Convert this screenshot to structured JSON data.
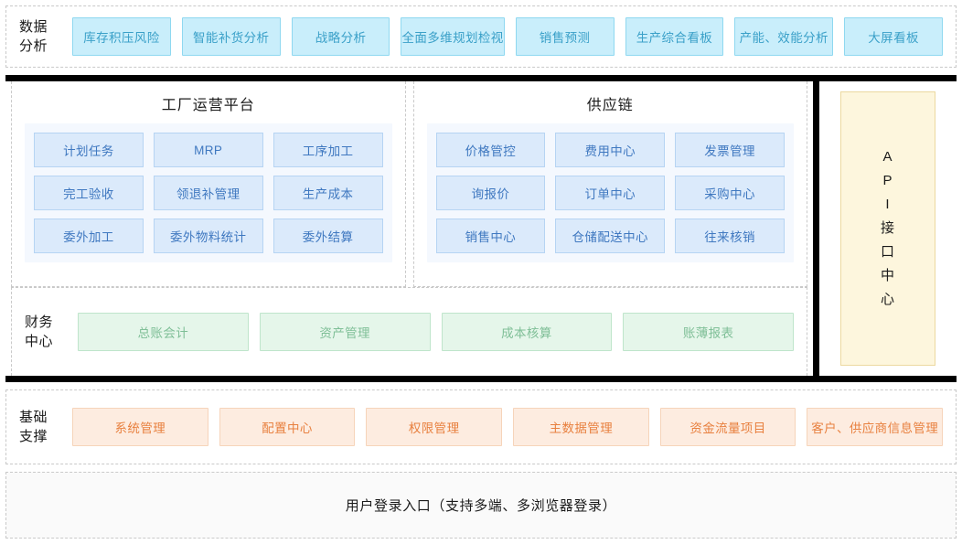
{
  "analytics": {
    "label": "数据\n分析",
    "tiles": [
      "库存积压风险",
      "智能补货分析",
      "战略分析",
      "全面多维规划检视",
      "销售预测",
      "生产综合看板",
      "产能、效能分析",
      "大屏看板"
    ]
  },
  "core": {
    "modules": [
      {
        "title": "工厂运营平台",
        "tiles": [
          "计划任务",
          "MRP",
          "工序加工",
          "完工验收",
          "领退补管理",
          "生产成本",
          "委外加工",
          "委外物料统计",
          "委外结算"
        ]
      },
      {
        "title": "供应链",
        "tiles": [
          "价格管控",
          "费用中心",
          "发票管理",
          "询报价",
          "订单中心",
          "采购中心",
          "销售中心",
          "仓储配送中心",
          "往来核销"
        ]
      }
    ],
    "finance": {
      "label": "财务\n中心",
      "tiles": [
        "总账会计",
        "资产管理",
        "成本核算",
        "账薄报表"
      ]
    },
    "api": {
      "chars": [
        "A",
        "P",
        "I",
        "接",
        "口",
        "中",
        "心"
      ]
    }
  },
  "foundation": {
    "label": "基础\n支撑",
    "tiles": [
      "系统管理",
      "配置中心",
      "权限管理",
      "主数据管理",
      "资金流量项目",
      "客户、供应商信息管理"
    ]
  },
  "login": {
    "text": "用户登录入口（支持多端、多浏览器登录）"
  },
  "colors": {
    "cyan_fill": "#c9eefb",
    "cyan_border": "#8fd8f0",
    "cyan_text": "#3aa0c8",
    "blue_fill": "#dbeafb",
    "blue_border": "#b6d4f3",
    "blue_text": "#3f78c0",
    "green_fill": "#e5f6ea",
    "green_border": "#bfe5cb",
    "green_text": "#7fbf97",
    "orange_fill": "#fdece0",
    "orange_border": "#f6d4ba",
    "orange_text": "#e8803f",
    "api_fill": "#fdf6dd",
    "api_border": "#ecd9a0",
    "frame_black": "#000000",
    "dashed_grey": "#c9c9c9"
  }
}
